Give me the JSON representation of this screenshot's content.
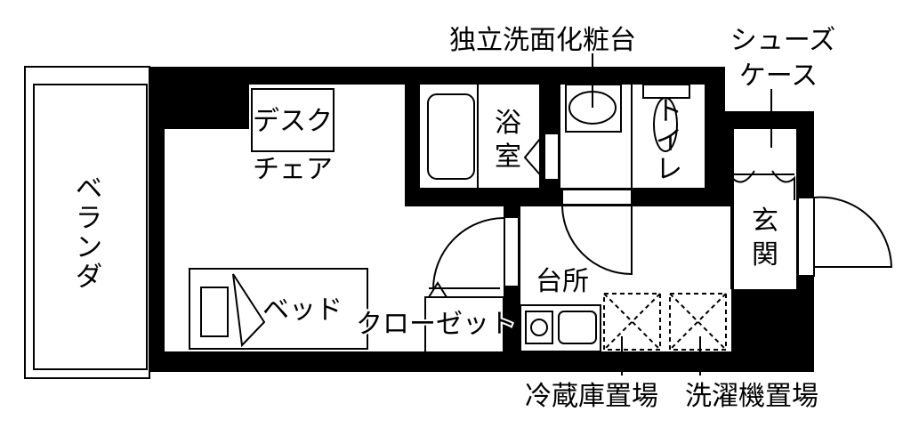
{
  "rooms": {
    "veranda": [
      "ベ",
      "ラ",
      "ン",
      "ダ"
    ],
    "bathroom": [
      "浴",
      "室"
    ],
    "toilet": [
      "ト",
      "イ",
      "レ"
    ],
    "entrance": [
      "玄",
      "関"
    ],
    "kitchen": "台所",
    "desk": "デスク",
    "chair": "チェア",
    "bed": "ベッド",
    "closet": "クローゼット"
  },
  "callouts": {
    "vanity": "独立洗面化粧台",
    "shoe_case": [
      "シューズ",
      "ケース"
    ],
    "fridge_space": "冷蔵庫置場",
    "washer_space": "洗濯機置場"
  }
}
